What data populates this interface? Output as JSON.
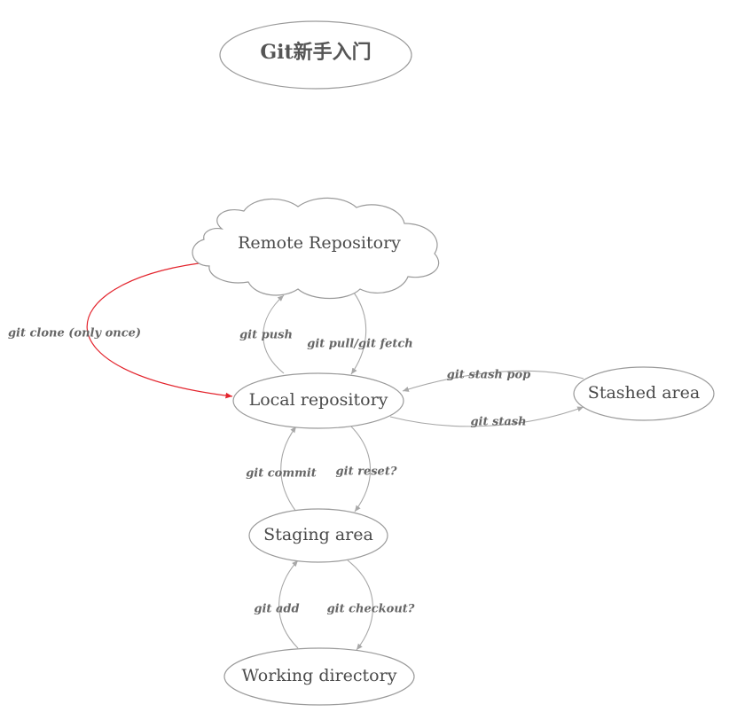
{
  "title": "Git新手入门",
  "nodes": {
    "remote": "Remote Repository",
    "local": "Local repository",
    "stashed": "Stashed area",
    "staging": "Staging area",
    "working": "Working directory"
  },
  "edges": {
    "clone": "git clone (only once)",
    "push": "git push",
    "pull_fetch": "git pull/git fetch",
    "stash_pop": "git stash pop",
    "stash": "git stash",
    "commit": "git commit",
    "reset": "git reset?",
    "add": "git add",
    "checkout": "git checkout?"
  },
  "colors": {
    "node_border": "#9a9a9a",
    "edge_gray": "#a8a8a8",
    "edge_red": "#e3232c",
    "text": "#4a4a4a"
  }
}
